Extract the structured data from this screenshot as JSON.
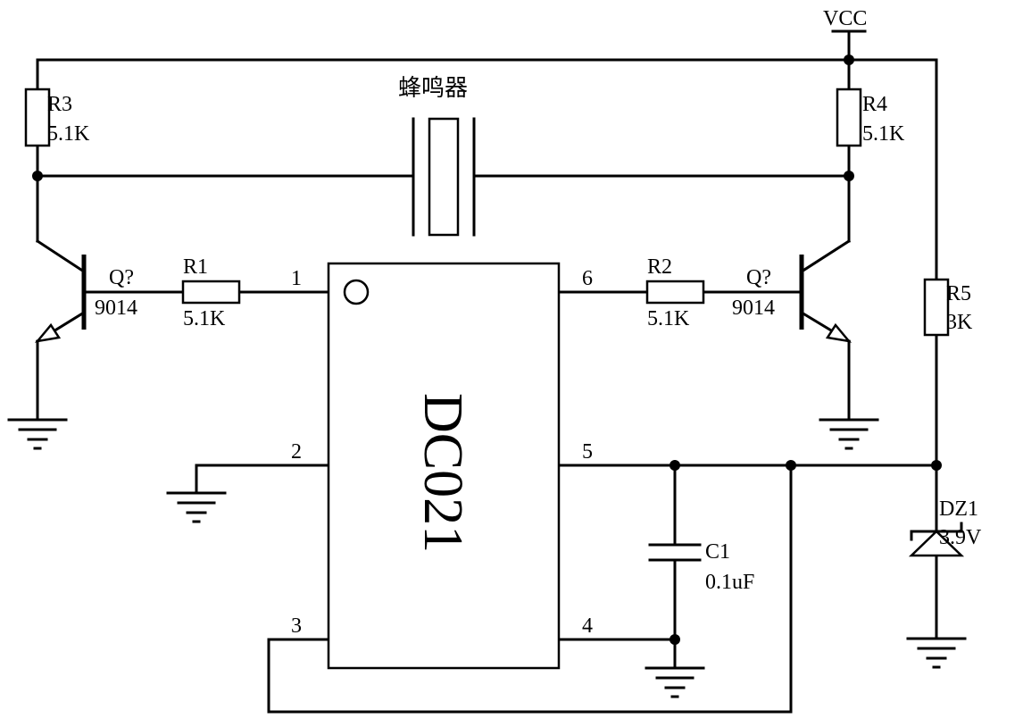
{
  "power_label": "VCC",
  "buzzer_label": "蜂鸣器",
  "chip": {
    "name": "DC021",
    "pins": {
      "p1": "1",
      "p2": "2",
      "p3": "3",
      "p4": "4",
      "p5": "5",
      "p6": "6"
    }
  },
  "resistors": {
    "r1": {
      "ref": "R1",
      "value": "5.1K"
    },
    "r2": {
      "ref": "R2",
      "value": "5.1K"
    },
    "r3": {
      "ref": "R3",
      "value": "5.1K"
    },
    "r4": {
      "ref": "R4",
      "value": "5.1K"
    },
    "r5": {
      "ref": "R5",
      "value": "3K"
    }
  },
  "transistors": {
    "left": {
      "ref": "Q?",
      "part": "9014"
    },
    "right": {
      "ref": "Q?",
      "part": "9014"
    }
  },
  "capacitor": {
    "ref": "C1",
    "value": "0.1uF"
  },
  "zener": {
    "ref": "DZ1",
    "value": "3.9V"
  }
}
